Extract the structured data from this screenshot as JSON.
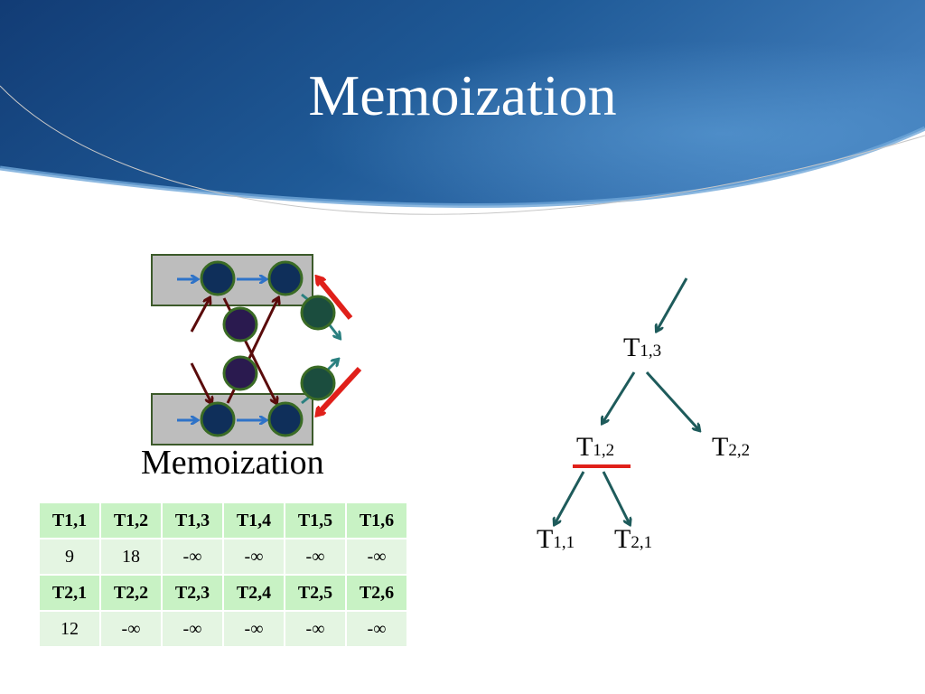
{
  "slide": {
    "title": "Memoization",
    "caption": "Memoization"
  },
  "tree": {
    "nodes": [
      {
        "id": "t13",
        "main": "T",
        "sub": "1,3"
      },
      {
        "id": "t12",
        "main": "T",
        "sub": "1,2"
      },
      {
        "id": "t22",
        "main": "T",
        "sub": "2,2"
      },
      {
        "id": "t11",
        "main": "T",
        "sub": "1,1"
      },
      {
        "id": "t21",
        "main": "T",
        "sub": "2,1"
      }
    ]
  },
  "table": {
    "row1_headers": [
      "T1,1",
      "T1,2",
      "T1,3",
      "T1,4",
      "T1,5",
      "T1,6"
    ],
    "row1_values": [
      "9",
      "18",
      "-∞",
      "-∞",
      "-∞",
      "-∞"
    ],
    "row2_headers": [
      "T2,1",
      "T2,2",
      "T2,3",
      "T2,4",
      "T2,5",
      "T2,6"
    ],
    "row2_values": [
      "12",
      "-∞",
      "-∞",
      "-∞",
      "-∞",
      "-∞"
    ]
  },
  "colors": {
    "header_blue": "#1f5a97",
    "tree_arrow": "#1e5b5b",
    "highlight_red": "#e0201a",
    "table_header": "#c8f2c4",
    "table_value": "#e4f5e2"
  }
}
